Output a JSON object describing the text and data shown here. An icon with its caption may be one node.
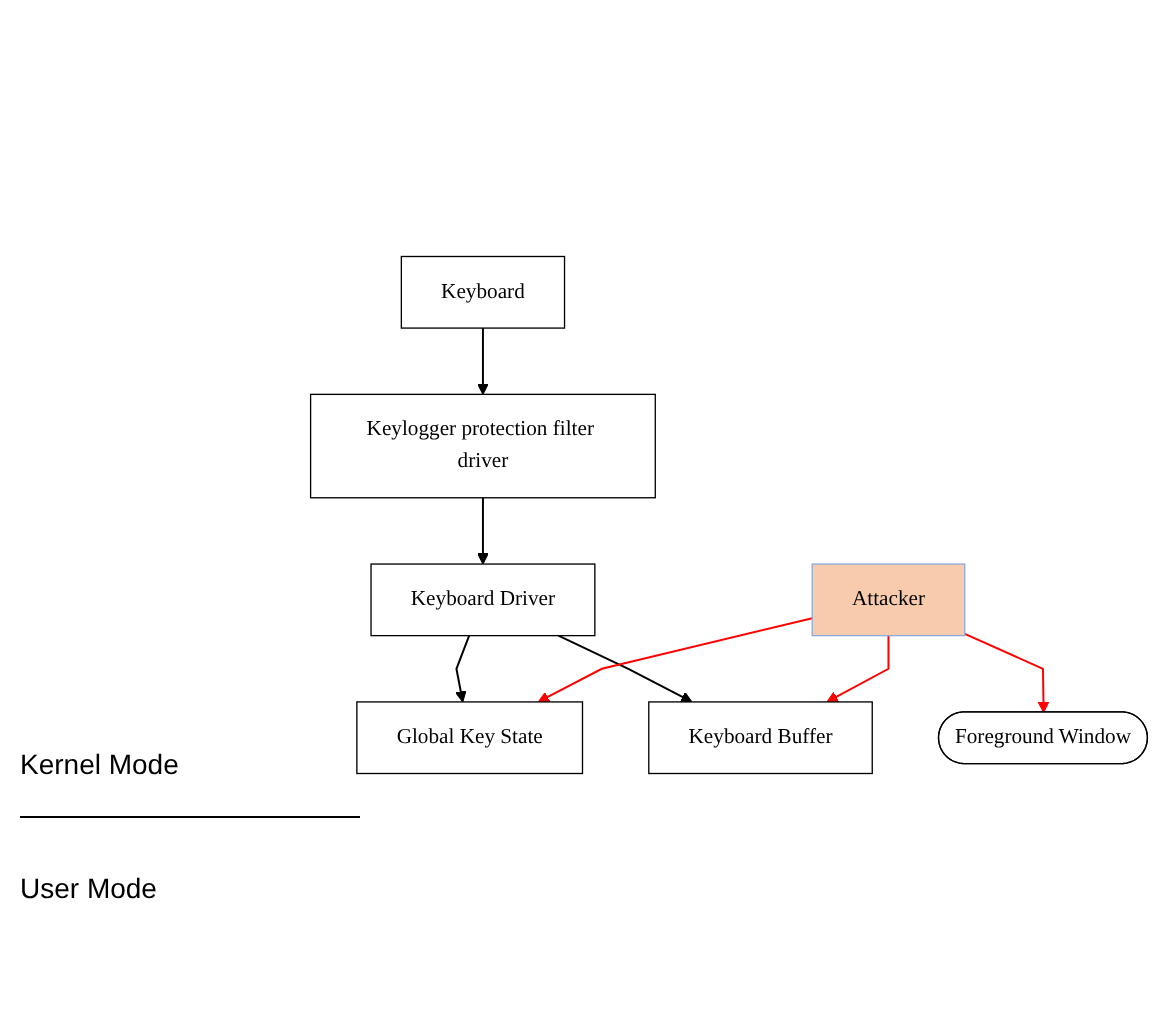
{
  "diagram": {
    "nodes": [
      {
        "text": [
          "Keyboard"
        ]
      },
      {
        "text": [
          "Keylogger protection filter driver"
        ]
      },
      {
        "text": [
          "Keyboard Driver"
        ]
      },
      {
        "text": [
          "Global Key State"
        ]
      },
      {
        "text": [
          "Keyboard Buffer"
        ]
      },
      {
        "text": [
          "Foreground Window"
        ]
      },
      {
        "text": [
          "Attacker"
        ]
      }
    ],
    "edges": [
      {
        "from": 0,
        "to": 1,
        "arrow": "to"
      },
      {
        "from": 1,
        "to": 2,
        "arrow": "to"
      },
      {
        "from": 2,
        "to": 3,
        "arrow": "to"
      },
      {
        "from": 2,
        "to": 4,
        "arrow": "to"
      },
      {
        "from": 6,
        "to": 4,
        "arrow": "to",
        "color": "#ff0000"
      },
      {
        "from": 6,
        "to": 3,
        "arrow": "to",
        "color": "#ff0000"
      },
      {
        "from": 6,
        "to": 5,
        "arrow": "to",
        "color": "#ff0000"
      }
    ],
    "labels": [
      "Kernel Mode",
      "User Mode"
    ]
  }
}
